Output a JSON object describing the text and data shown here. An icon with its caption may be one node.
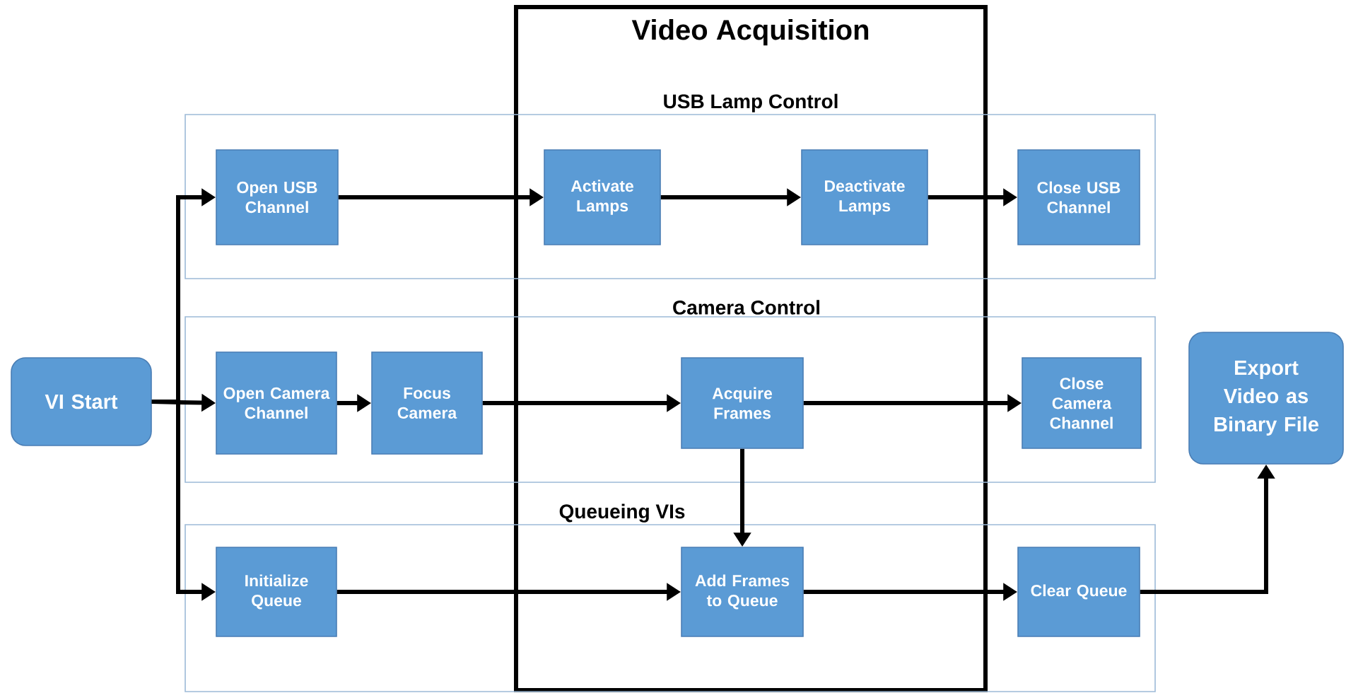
{
  "diagram": {
    "labels": [
      "Video Acquisition"
    ],
    "nodes": [
      {
        "text": [
          "USB Lamp Control"
        ]
      },
      {
        "text": [
          "Open USB Channel"
        ],
        "in": 0
      },
      {
        "text": [
          "Activate Lamps"
        ],
        "in": 0
      },
      {
        "text": [
          "Deactivate Lamps"
        ],
        "in": 0
      },
      {
        "text": [
          "Close USB Channel"
        ],
        "in": 0
      },
      {
        "text": [
          "Camera Control"
        ]
      },
      {
        "text": [
          "Open Camera Channel"
        ],
        "in": 5
      },
      {
        "text": [
          "Focus Camera"
        ],
        "in": 5
      },
      {
        "text": [
          "Acquire Frames"
        ],
        "in": 5
      },
      {
        "text": [
          "Close Camera Channel"
        ],
        "in": 5
      },
      {
        "text": [
          "Queueing VIs"
        ]
      },
      {
        "text": [
          "Initialize Queue"
        ],
        "in": 10
      },
      {
        "text": [
          "Add Frames to Queue"
        ],
        "in": 10
      },
      {
        "text": [
          "Clear Queue"
        ],
        "in": 10
      },
      {
        "text": [
          "VI Start"
        ]
      },
      {
        "text": [
          "Export Video as Binary File"
        ]
      }
    ],
    "edges": [
      {
        "from": 14,
        "to": 1,
        "arrow": "to"
      },
      {
        "from": 14,
        "to": 6,
        "arrow": "to"
      },
      {
        "from": 14,
        "to": 11,
        "arrow": "to"
      },
      {
        "from": 1,
        "to": 2,
        "arrow": "to"
      },
      {
        "from": 2,
        "to": 3,
        "arrow": "to"
      },
      {
        "from": 3,
        "to": 4,
        "arrow": "to"
      },
      {
        "from": 6,
        "to": 7,
        "arrow": "to"
      },
      {
        "from": 7,
        "to": 8,
        "arrow": "to"
      },
      {
        "from": 8,
        "to": 9,
        "arrow": "to"
      },
      {
        "from": 8,
        "to": 12,
        "arrow": "to"
      },
      {
        "from": 11,
        "to": 12,
        "arrow": "to"
      },
      {
        "from": 12,
        "to": 13,
        "arrow": "to"
      },
      {
        "from": 13,
        "to": 15,
        "arrow": "to"
      }
    ]
  }
}
